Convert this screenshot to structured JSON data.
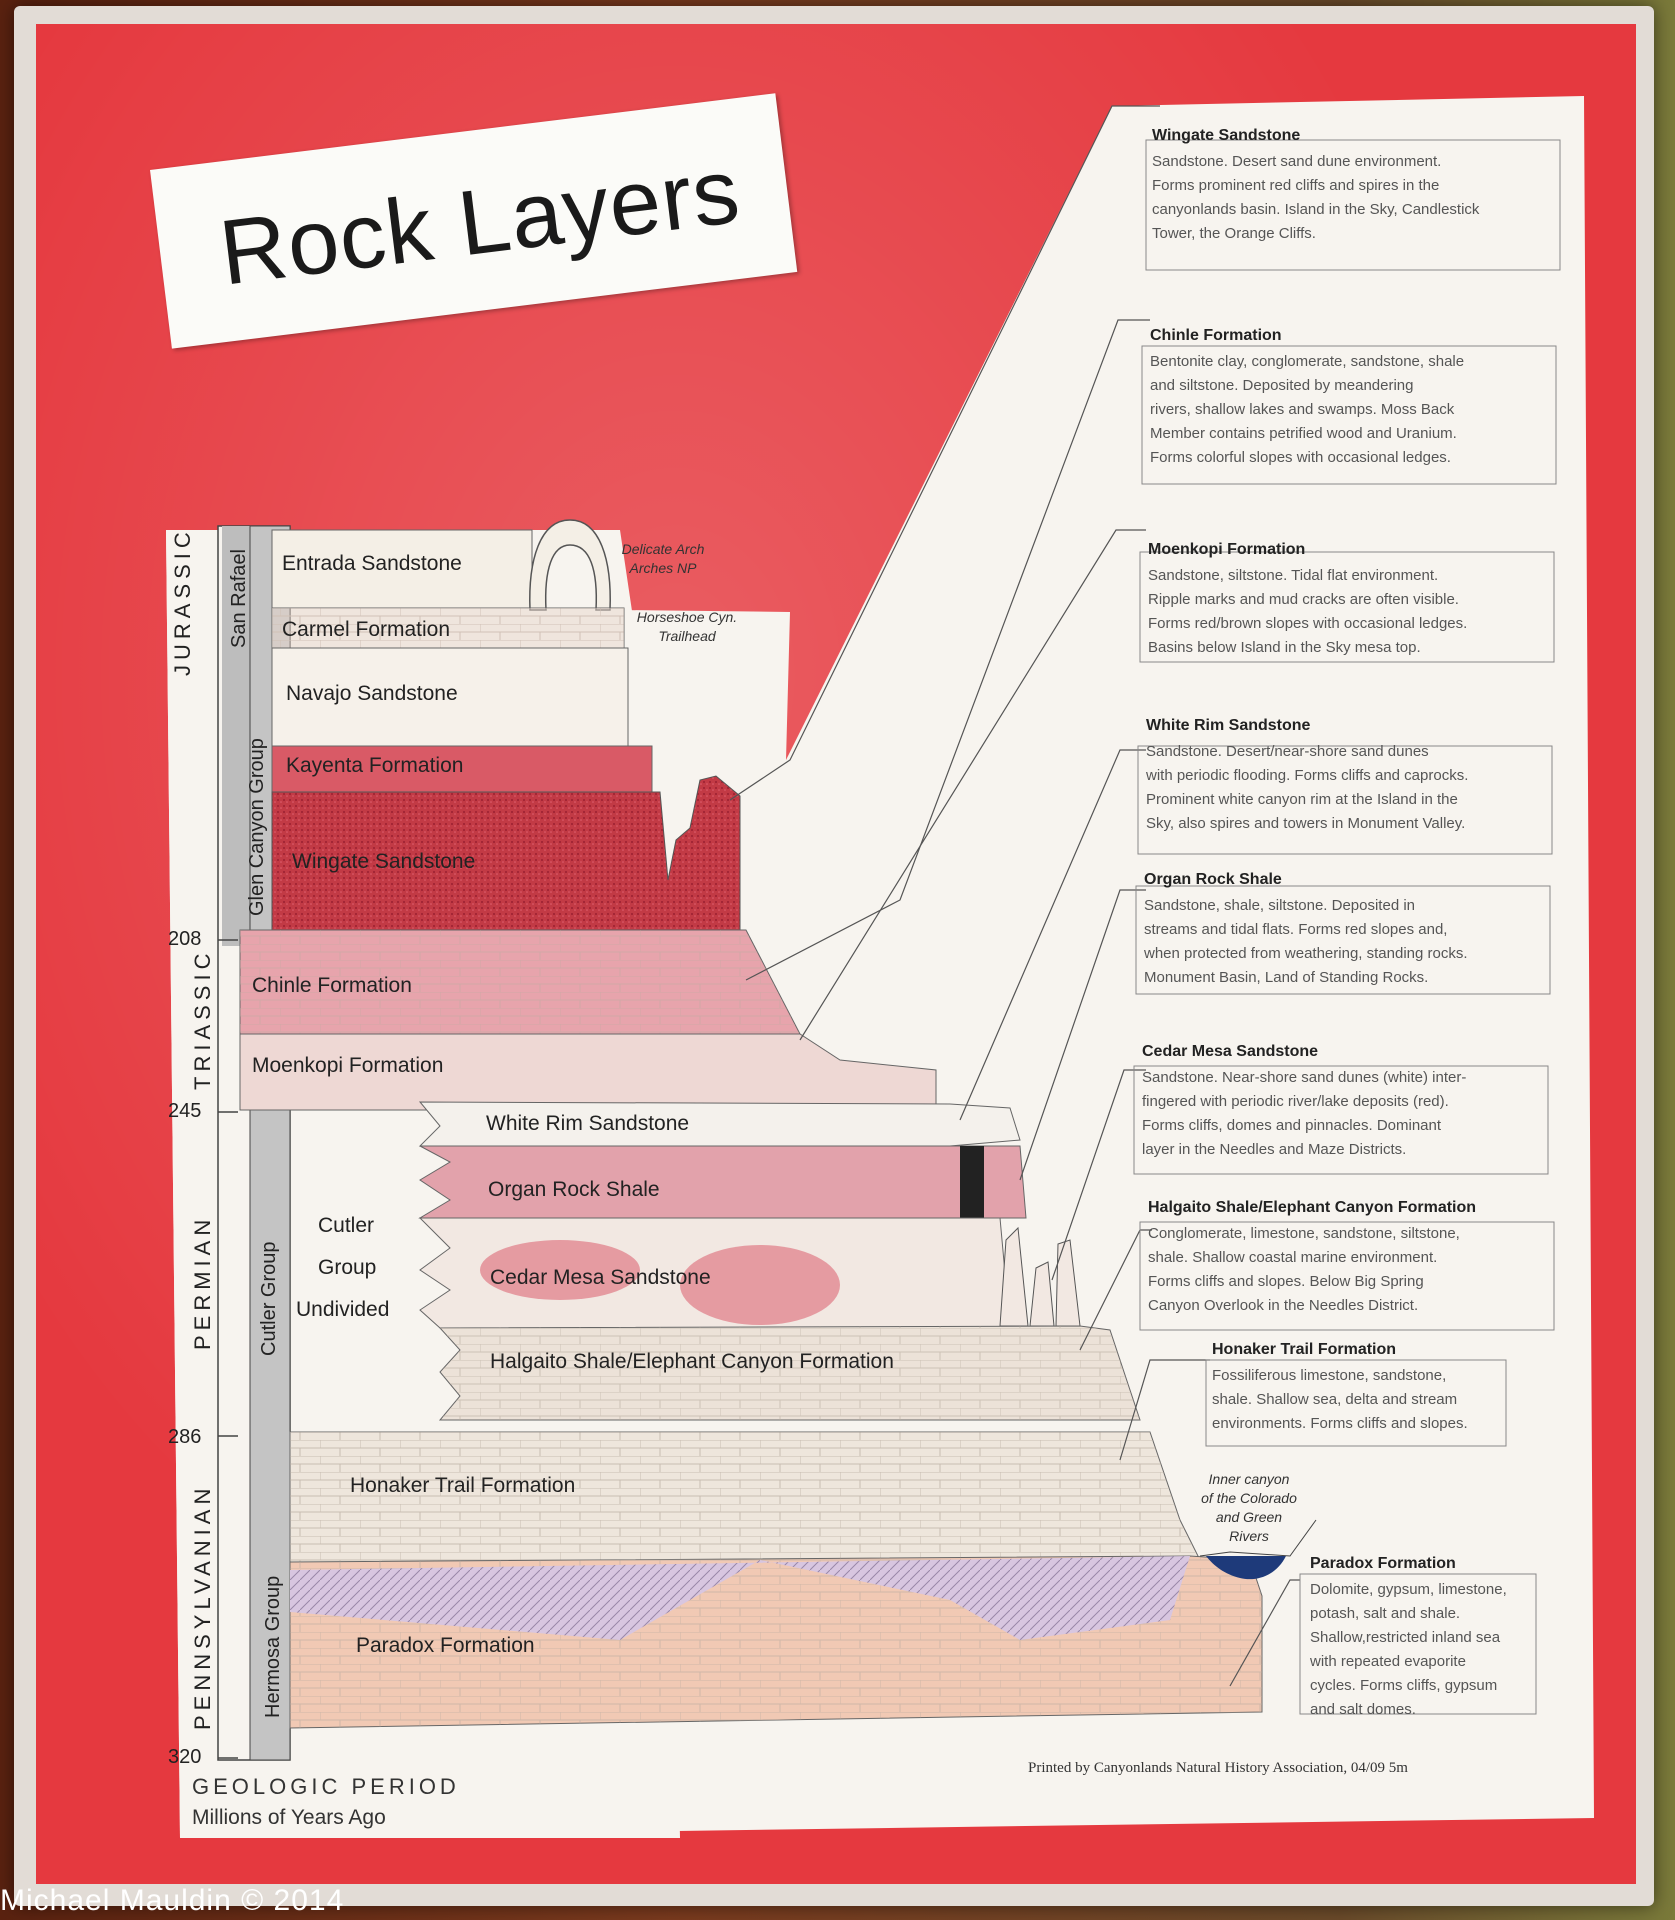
{
  "title": "Rock Layers",
  "periods": [
    {
      "label": "JURASSIC"
    },
    {
      "label": "TRIASSIC"
    },
    {
      "label": "PERMIAN"
    },
    {
      "label": "PENNSYLVANIAN"
    }
  ],
  "groups": [
    {
      "label": "San Rafael"
    },
    {
      "label": "Glen Canyon Group"
    },
    {
      "label": "Cutler Group"
    },
    {
      "label": "Hermosa Group"
    }
  ],
  "ticks": [
    "208",
    "245",
    "286",
    "320"
  ],
  "layers": [
    {
      "label": "Entrada Sandstone",
      "color": "#f4efe6"
    },
    {
      "label": "Carmel Formation",
      "color": "#e8d6cc"
    },
    {
      "label": "Navajo Sandstone",
      "color": "#f6f1ea"
    },
    {
      "label": "Kayenta Formation",
      "color": "#d95a66"
    },
    {
      "label": "Wingate Sandstone",
      "color": "#c83a46"
    },
    {
      "label": "Chinle Formation",
      "color": "#e7a4ac"
    },
    {
      "label": "Moenkopi Formation",
      "color": "#eed8d4"
    },
    {
      "label": "White Rim Sandstone",
      "color": "#f4f1ec"
    },
    {
      "label": "Organ Rock Shale",
      "color": "#e2a2ab"
    },
    {
      "label": "Cedar Mesa Sandstone",
      "color": "#f2e8e2"
    },
    {
      "label": "Halgaito Shale/Elephant Canyon Formation",
      "color": "#ece2d8"
    },
    {
      "label": "Honaker Trail Formation",
      "color": "#eee6dc"
    },
    {
      "label": "Paradox Formation",
      "color": "#f1c9b4"
    }
  ],
  "cutler_undivided": [
    "Cutler",
    "Group",
    "Undivided"
  ],
  "notes": {
    "delicate_arch": [
      "Delicate Arch",
      "Arches NP"
    ],
    "horseshoe": [
      "Horseshoe Cyn.",
      "Trailhead"
    ],
    "inner_canyon": [
      "Inner canyon",
      "of the Colorado",
      "and Green",
      "Rivers"
    ]
  },
  "descriptions": [
    {
      "heading": "Wingate Sandstone",
      "lines": [
        "Sandstone. Desert sand dune environment.",
        "Forms prominent red cliffs and spires in the",
        "canyonlands basin. Island in the Sky, Candlestick",
        "Tower, the Orange Cliffs."
      ]
    },
    {
      "heading": "Chinle Formation",
      "lines": [
        "Bentonite clay, conglomerate, sandstone, shale",
        "and siltstone. Deposited by meandering",
        "rivers, shallow lakes and swamps. Moss Back",
        "Member contains petrified wood and Uranium.",
        "Forms colorful slopes with occasional ledges."
      ]
    },
    {
      "heading": "Moenkopi Formation",
      "lines": [
        "Sandstone, siltstone. Tidal flat environment.",
        "Ripple marks and mud cracks are often visible.",
        "Forms red/brown slopes with occasional ledges.",
        "Basins below Island in the Sky mesa top."
      ]
    },
    {
      "heading": "White Rim Sandstone",
      "lines": [
        "Sandstone. Desert/near-shore sand dunes",
        "with periodic flooding. Forms cliffs and caprocks.",
        "Prominent white canyon rim at the Island in the",
        "Sky, also spires and towers in Monument Valley."
      ]
    },
    {
      "heading": "Organ Rock Shale",
      "lines": [
        "Sandstone, shale, siltstone. Deposited in",
        "streams and tidal flats. Forms red slopes and,",
        "when protected from weathering, standing rocks.",
        "Monument Basin, Land of Standing Rocks."
      ]
    },
    {
      "heading": "Cedar Mesa Sandstone",
      "lines": [
        "Sandstone. Near-shore sand dunes (white) inter-",
        "fingered with periodic river/lake deposits (red).",
        "Forms cliffs, domes and pinnacles. Dominant",
        "layer in the Needles and Maze Districts."
      ]
    },
    {
      "heading": "Halgaito Shale/Elephant Canyon Formation",
      "lines": [
        "Conglomerate, limestone, sandstone, siltstone,",
        "shale. Shallow coastal marine environment.",
        "Forms cliffs and slopes. Below Big Spring",
        "Canyon Overlook in the Needles District."
      ]
    },
    {
      "heading": "Honaker Trail Formation",
      "lines": [
        "Fossiliferous limestone, sandstone,",
        "shale. Shallow sea, delta and stream",
        "environments. Forms cliffs and slopes."
      ]
    },
    {
      "heading": "Paradox Formation",
      "lines": [
        "Dolomite, gypsum, limestone,",
        "potash, salt and shale.",
        "Shallow,restricted inland sea",
        "with repeated evaporite",
        "cycles. Forms cliffs, gypsum",
        "and salt domes."
      ]
    }
  ],
  "footer": {
    "period": "GEOLOGIC PERIOD",
    "units": "Millions of Years Ago",
    "printed": "Printed by Canyonlands Natural History Association, 04/09 5m"
  },
  "credit": "Michael Mauldin © 2014",
  "colors": {
    "poster_red": "#e5393f",
    "water": "#1e3a7a"
  }
}
